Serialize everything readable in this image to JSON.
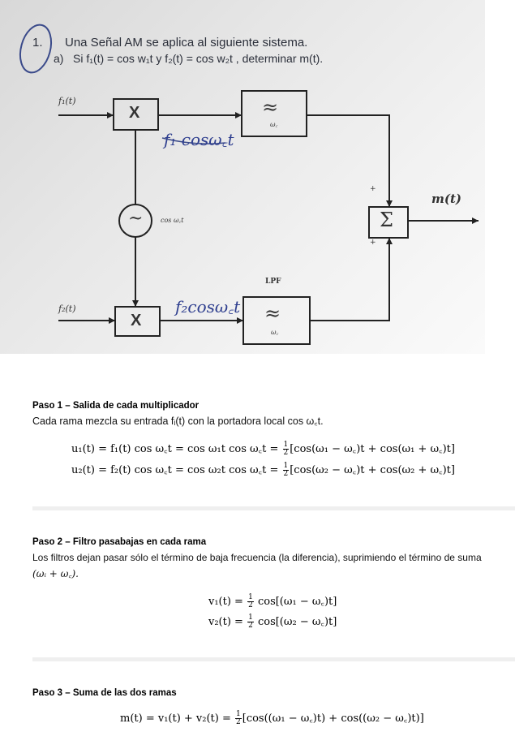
{
  "header": {
    "number": "1.",
    "line1": "Una Señal AM se aplica al siguiente sistema.",
    "subitem": "a)",
    "line2": "Si f₁(t) = cos w₁t y f₂(t) = cos w₂t , determinar m(t)."
  },
  "diagram": {
    "input1_label": "f₁(t)",
    "input2_label": "f₂(t)",
    "mult_symbol": "X",
    "sum_symbol": "Σ",
    "osc_symbol": "~",
    "osc_label": "cos ω꜀t",
    "top_annotation": "f₁ cosω꜀t",
    "bottom_annotation": "f₂cosω꜀t",
    "filter_label": "LPF",
    "filter_symbol": "≈",
    "filter_sub": "ω꜀",
    "output_label": "m(t)",
    "plus1": "+",
    "plus2": "+"
  },
  "steps": [
    {
      "title": "Paso 1 – Salida de cada multiplicador",
      "desc": "Cada rama mezcla su entrada fᵢ(t) con la portadora local cos ω꜀t.",
      "eq1_lhs": "u₁(t) = f₁(t) cos ω꜀t = cos ω₁t  cos ω꜀t = ",
      "eq1_rhs": "[cos(ω₁ − ω꜀)t + cos(ω₁ + ω꜀)t]",
      "eq2_lhs": "u₂(t) = f₂(t) cos ω꜀t = cos ω₂t  cos ω꜀t = ",
      "eq2_rhs": "[cos(ω₂ − ω꜀)t + cos(ω₂ + ω꜀)t]"
    },
    {
      "title": "Paso 2 – Filtro pasabajas en cada rama",
      "desc1": "Los filtros dejan pasar sólo el término de baja frecuencia (la diferencia), suprimiendo el término de suma",
      "desc2": "(ωᵢ + ω꜀).",
      "eq1_lhs": "v₁(t) = ",
      "eq1_rhs": " cos[(ω₁ − ω꜀)t]",
      "eq2_lhs": "v₂(t) = ",
      "eq2_rhs": " cos[(ω₂ − ω꜀)t]"
    },
    {
      "title": "Paso 3 – Suma de las dos ramas",
      "eq_lhs": "m(t) = v₁(t) + v₂(t) = ",
      "eq_rhs": "[cos((ω₁ − ω꜀)t) + cos((ω₂ − ω꜀)t)]"
    }
  ],
  "fraction": {
    "num": "1",
    "den": "2"
  }
}
